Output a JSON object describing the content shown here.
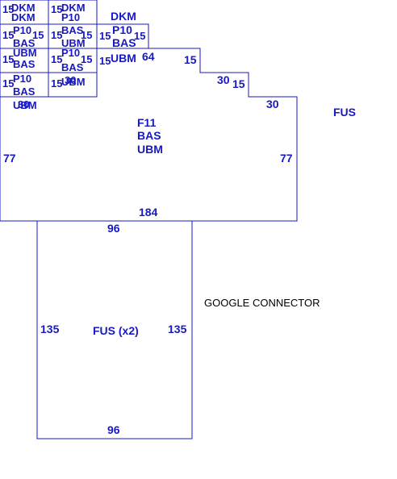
{
  "piece_label_lines": [
    "F11",
    "BAS",
    "UBM"
  ],
  "main_piece": {
    "label": [
      "F11",
      "BAS",
      "UBM"
    ],
    "dims": [
      "15",
      "30",
      "15",
      "30",
      "77",
      "77",
      "184",
      "64"
    ]
  },
  "lower_piece": {
    "label": "FUS (x2)",
    "dims": [
      "96",
      "135",
      "135",
      "96"
    ]
  },
  "connector_label": "GOOGLE CONNECTOR",
  "fus_label": "FUS",
  "top_pieces": {
    "labels": [
      "DKM",
      "P10",
      "BAS",
      "UBM",
      "DKM",
      "P10",
      "BAS",
      "UBM"
    ],
    "dims": [
      "15",
      "15",
      "15",
      "15",
      "15",
      "15",
      "15",
      "15",
      "15",
      "15",
      "30",
      "15",
      "15",
      "30",
      "15"
    ]
  },
  "colors": {
    "ink": "#1818c4",
    "text": "#000000",
    "background": "#ffffff"
  }
}
